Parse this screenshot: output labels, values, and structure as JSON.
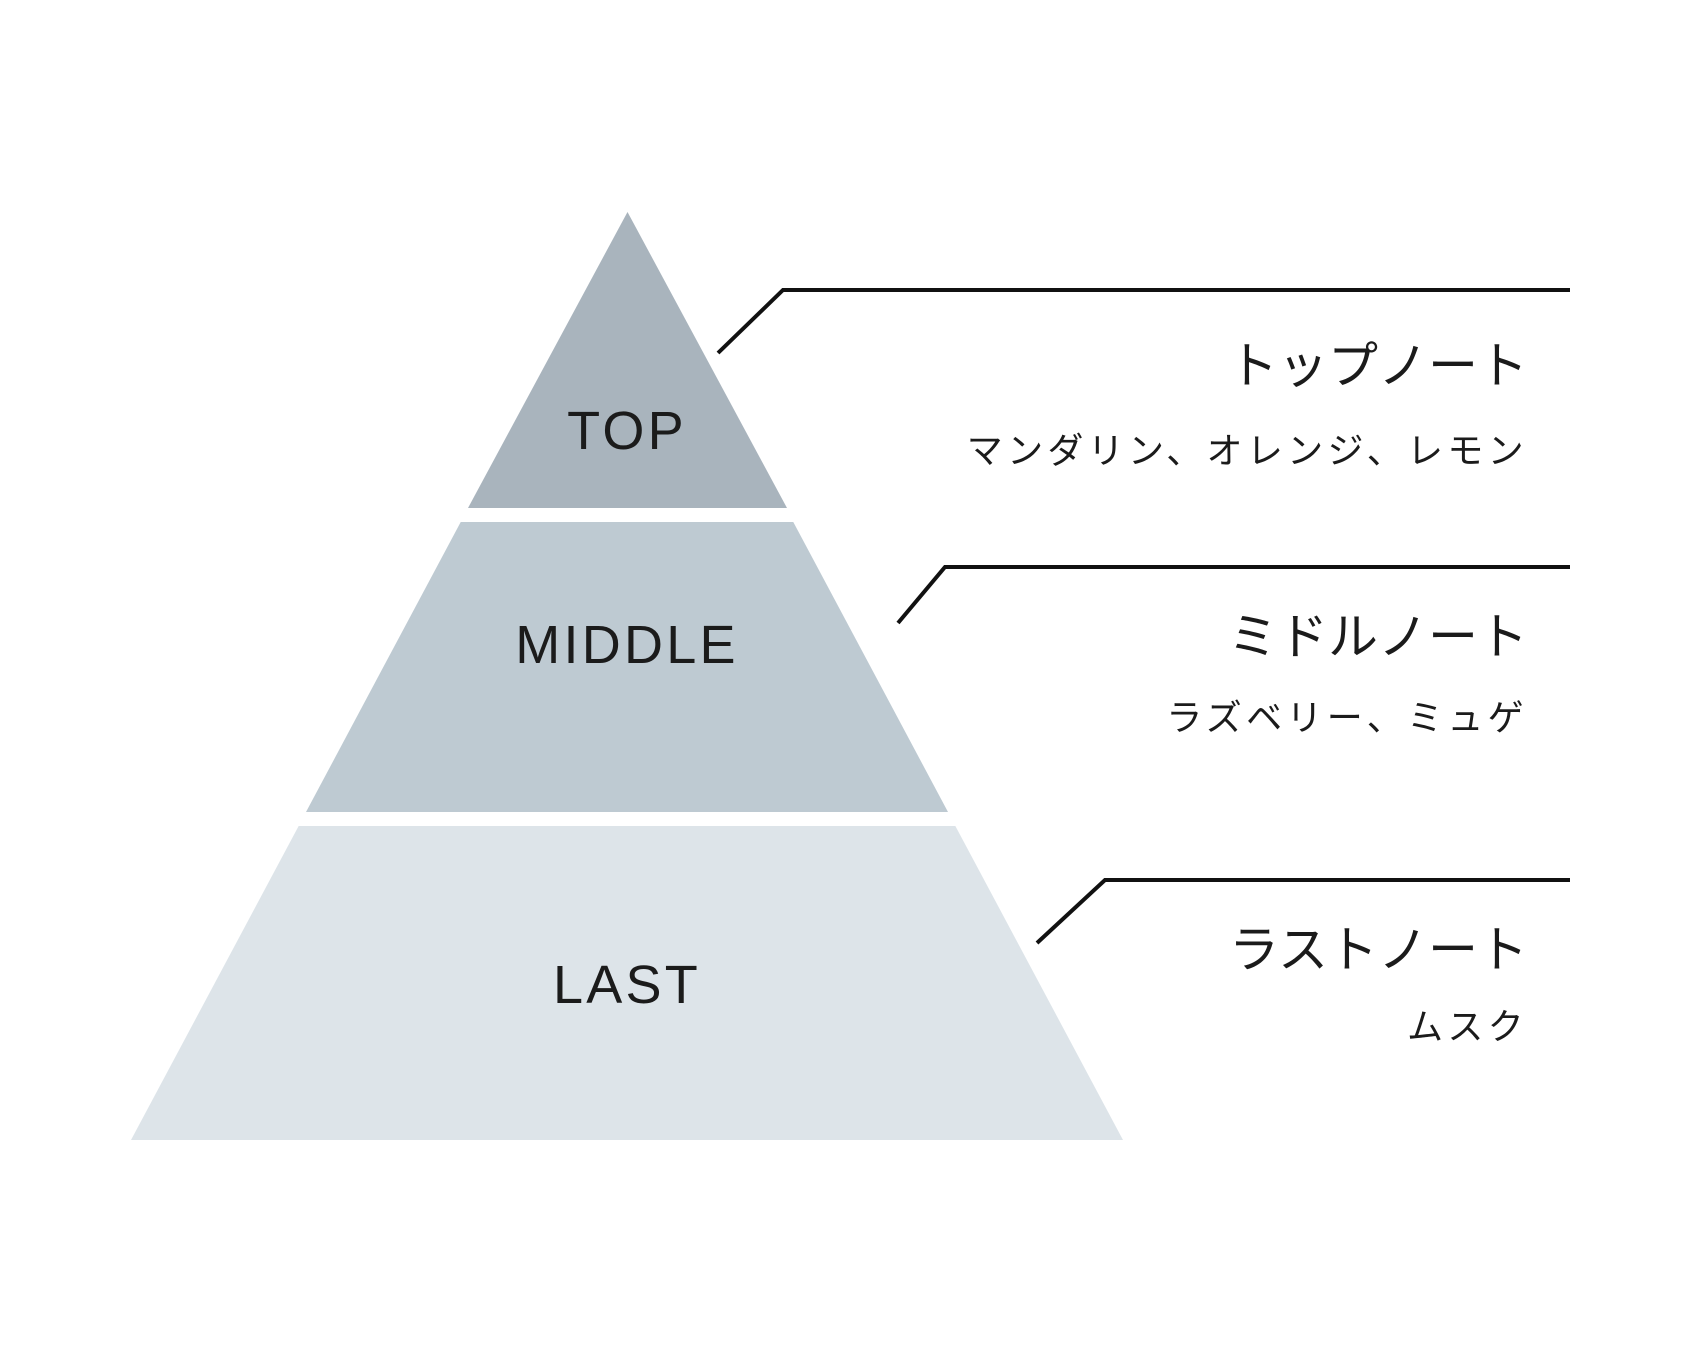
{
  "colors": {
    "background": "#ffffff",
    "tier_top": "#a9b4bd",
    "tier_middle": "#becad2",
    "tier_last": "#dde4e9",
    "line": "#111111",
    "text": "#1b1b1b"
  },
  "pyramid": {
    "tiers": [
      {
        "id": "top",
        "label": "TOP"
      },
      {
        "id": "middle",
        "label": "MIDDLE"
      },
      {
        "id": "last",
        "label": "LAST"
      }
    ]
  },
  "notes": [
    {
      "id": "top",
      "title": "トップノート",
      "ingredients": "マンダリン、オレンジ、レモン"
    },
    {
      "id": "middle",
      "title": "ミドルノート",
      "ingredients": "ラズベリー、ミュゲ"
    },
    {
      "id": "last",
      "title": "ラストノート",
      "ingredients": "ムスク"
    }
  ]
}
